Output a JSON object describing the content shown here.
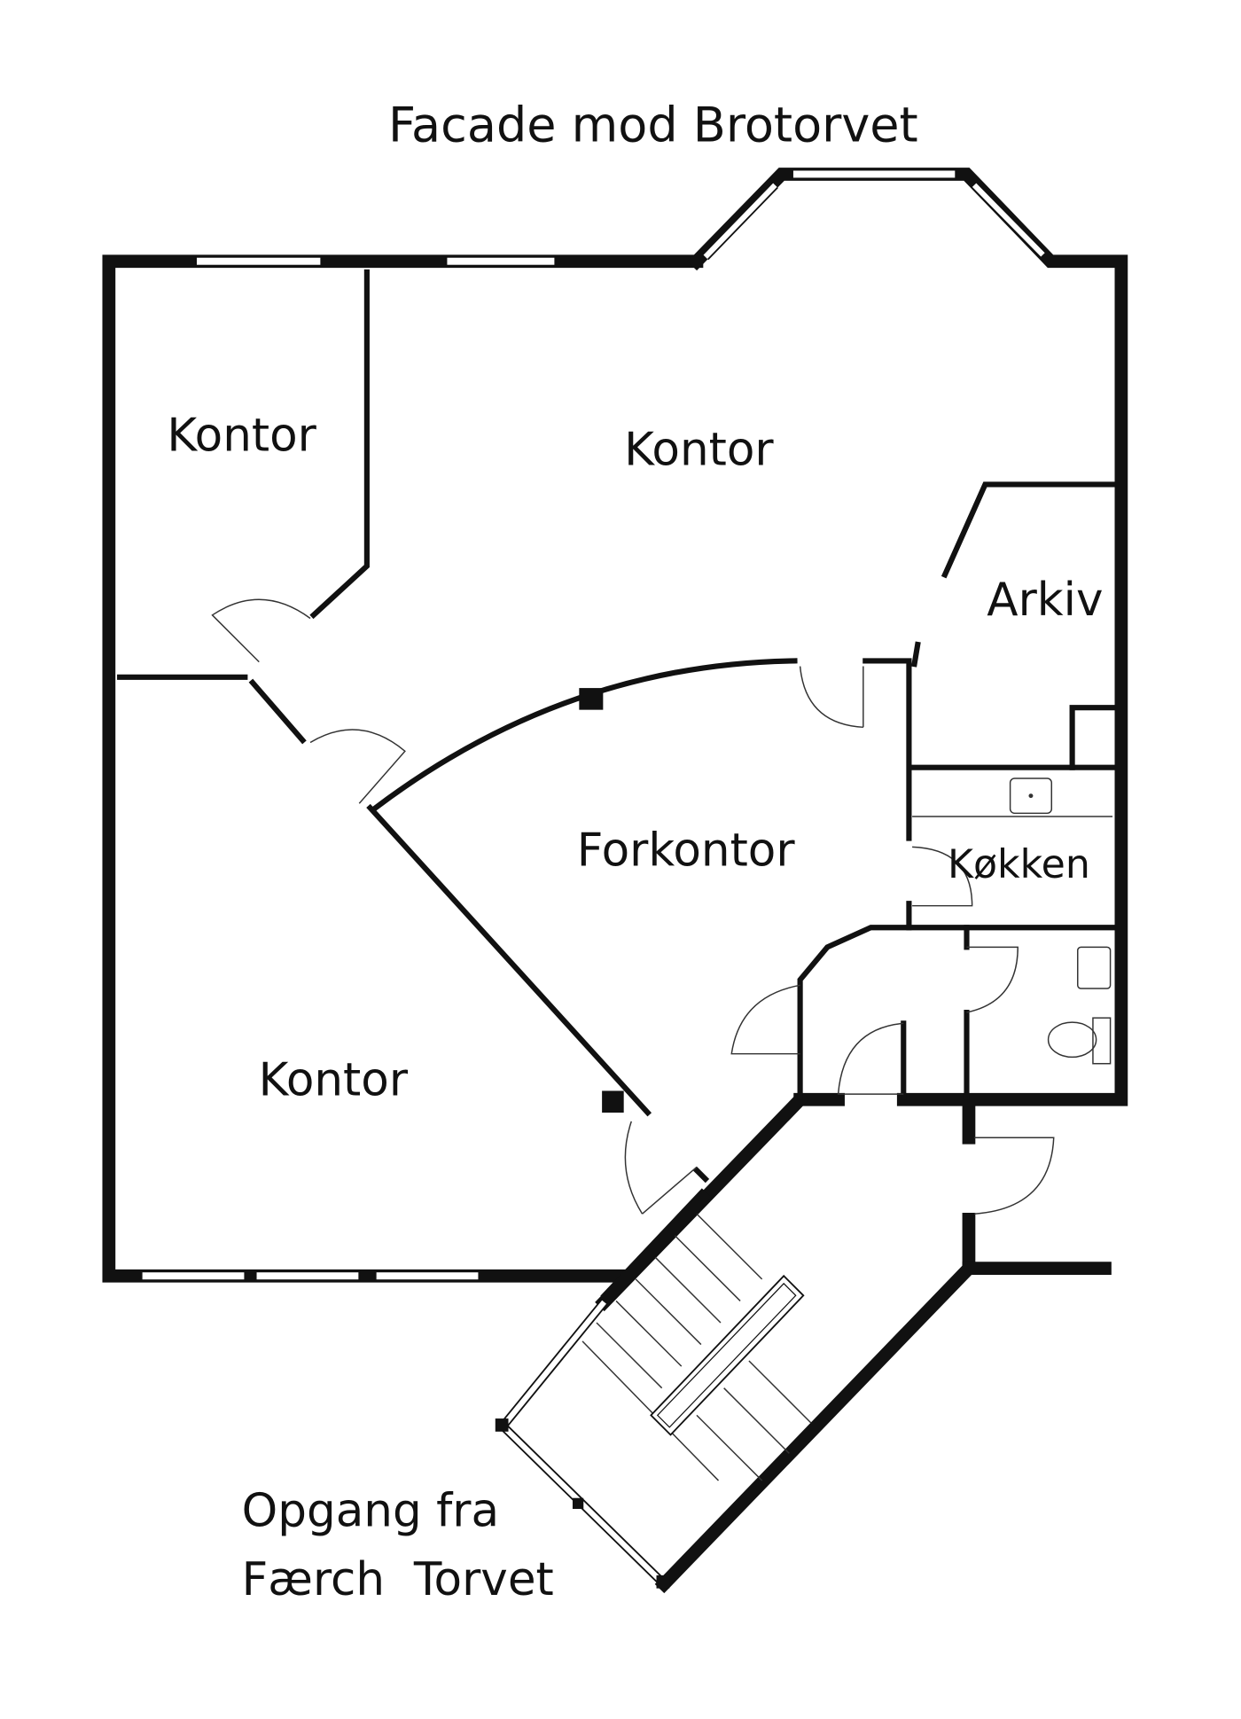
{
  "title": "Facade mod Brotorvet",
  "rooms": {
    "kontor_top_left": "Kontor",
    "kontor_top": "Kontor",
    "arkiv": "Arkiv",
    "forkontor": "Forkontor",
    "kokken": "Køkken",
    "kontor_bottom": "Kontor"
  },
  "entrance": {
    "line1": "Opgang fra",
    "line2": "Færch  Torvet"
  }
}
